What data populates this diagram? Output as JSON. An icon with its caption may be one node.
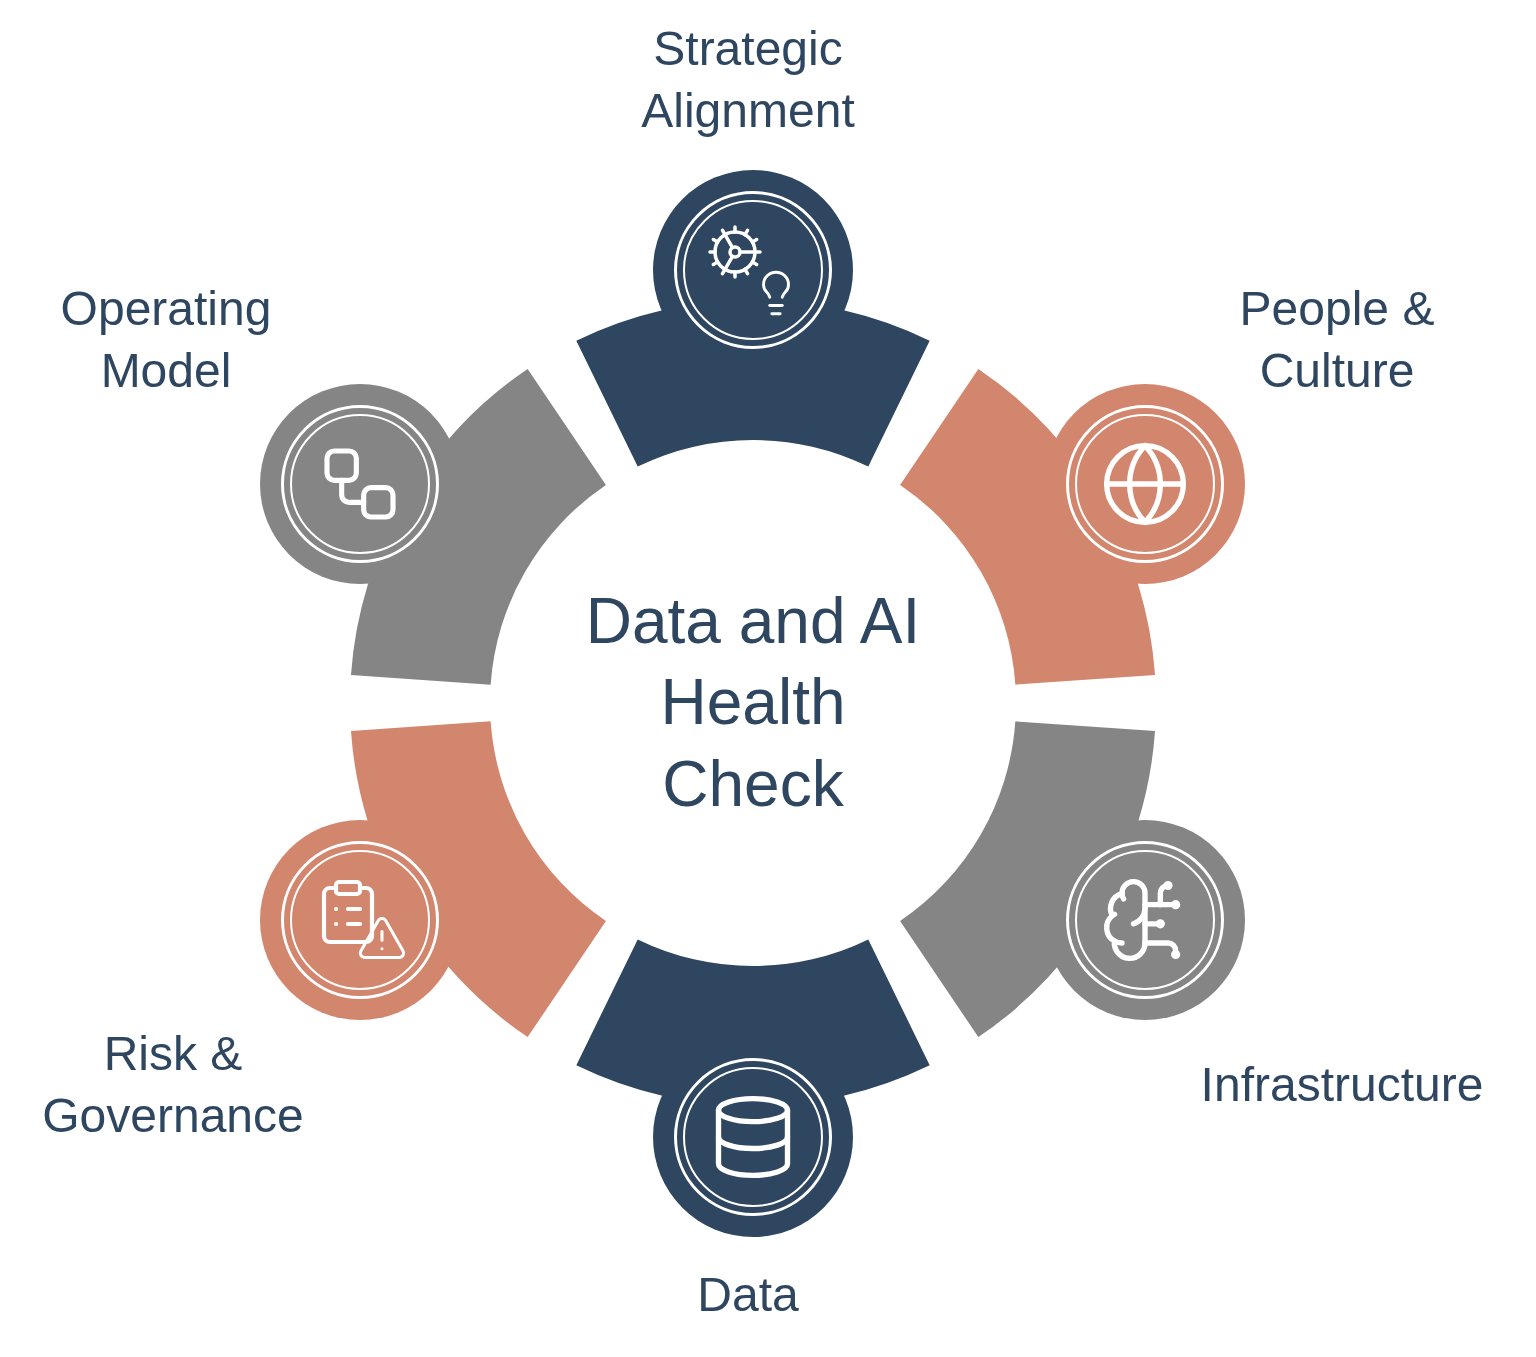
{
  "diagram": {
    "nodes": [
      {
        "text": [
          "Data and AI Health Check"
        ]
      },
      {
        "text": [
          "Strategic Alignment"
        ]
      },
      {
        "text": [
          "People & Culture"
        ]
      },
      {
        "text": [
          "Infrastructure"
        ]
      },
      {
        "text": [
          "Data"
        ]
      },
      {
        "text": [
          "Risk & Governance"
        ]
      },
      {
        "text": [
          "Operating Model"
        ]
      }
    ]
  }
}
